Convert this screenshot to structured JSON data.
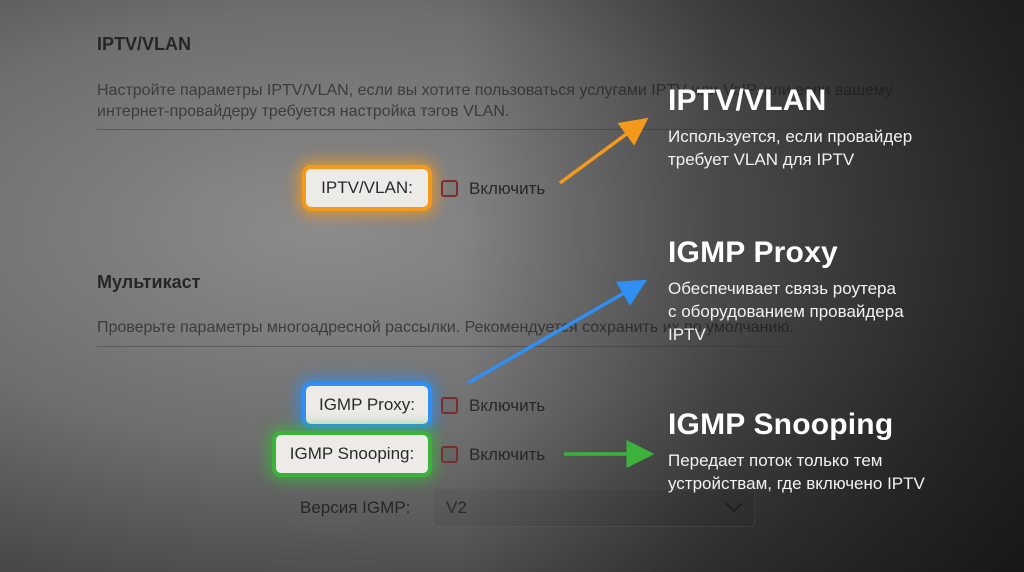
{
  "iptv_section": {
    "title": "IPTV/VLAN",
    "description": "Настройте параметры IPTV/VLAN, если вы хотите пользоваться услугами IPTV или VoIP, или если вашему интернет-провайдеру требуется настройка тэгов VLAN.",
    "field_label": "IPTV/VLAN:",
    "enable_label": "Включить"
  },
  "multicast_section": {
    "title": "Мультикаст",
    "description": "Проверьте параметры многоадресной рассылки. Рекомендуется сохранить их по умолчанию.",
    "igmp_proxy_label": "IGMP Proxy:",
    "igmp_proxy_enable": "Включить",
    "igmp_snooping_label": "IGMP Snooping:",
    "igmp_snooping_enable": "Включить",
    "igmp_version_label": "Версия IGMP:",
    "igmp_version_value": "V2"
  },
  "callouts": [
    {
      "title": "IPTV/VLAN",
      "text_line1": "Используется, если провайдер",
      "text_line2": "требует VLAN для IPTV",
      "color": "#f39a1d"
    },
    {
      "title": "IGMP Proxy",
      "text_line1": "Обеспечивает связь роутера",
      "text_line2": "с оборудованием провайдера",
      "text_line3": "IPTV",
      "color": "#2f8ff3"
    },
    {
      "title": "IGMP Snooping",
      "text_line1": "Передает поток только тем",
      "text_line2": "устройствам, где включено IPTV",
      "color": "#3cb13c"
    }
  ],
  "icons": [
    "checkbox-icon",
    "chevron-down-icon",
    "arrow-icon"
  ]
}
